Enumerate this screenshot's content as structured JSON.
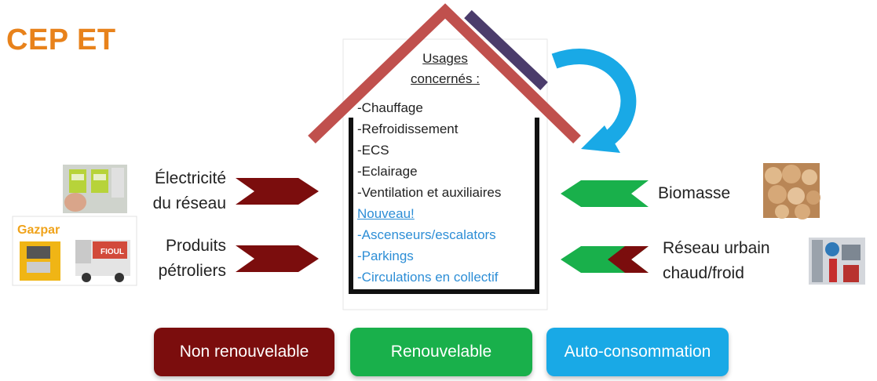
{
  "title": "CEP ET",
  "usages": {
    "title_lines": [
      "Usages",
      "concernés :"
    ],
    "items": [
      "-Chauffage",
      "-Refroidissement",
      "-ECS",
      "-Eclairage",
      "-Ventilation et auxiliaires"
    ],
    "new_label": "Nouveau!",
    "new_items": [
      "-Ascenseurs/escalators",
      "-Parkings",
      "-Circulations en collectif"
    ]
  },
  "sources": {
    "electricity": [
      "Électricité",
      "du réseau"
    ],
    "petroleum": [
      "Produits",
      "pétroliers"
    ],
    "biomass": [
      "Biomasse"
    ],
    "district": [
      "Réseau urbain",
      "chaud/froid"
    ]
  },
  "photos": {
    "gazpar_text": "Gazpar",
    "fioul_text": "FIOUL"
  },
  "legend": [
    {
      "label": "Non renouvelable",
      "color": "#7b0d0d"
    },
    {
      "label": "Renouvelable",
      "color": "#19b04b"
    },
    {
      "label": "Auto-consommation",
      "color": "#19a9e6"
    }
  ],
  "colors": {
    "title": "#e8821b",
    "non_renewable": "#7b0d0d",
    "renewable": "#19b04b",
    "self_consumption": "#19a9e6",
    "roof": "#c0504d",
    "chimney": "#4b3c6b",
    "new_items": "#2d8ed6"
  }
}
